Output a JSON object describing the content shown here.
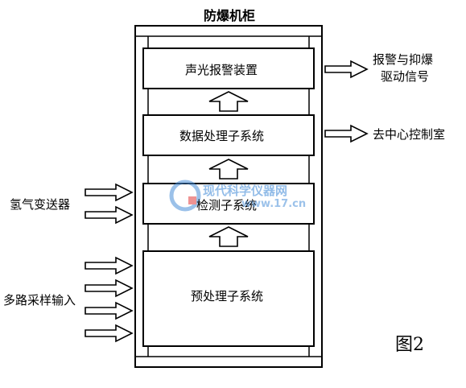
{
  "title": "防爆机柜",
  "figure_label": "图2",
  "modules": {
    "alarm": "声光报警装置",
    "data": "数据处理子系统",
    "detect": "检测子系统",
    "preprocess": "预处理子系统"
  },
  "outputs": {
    "alarm_line1": "报警与抑爆",
    "alarm_line2": "驱动信号",
    "data_out": "去中心控制室"
  },
  "inputs": {
    "hydrogen": "氢气变送器",
    "multi": "多路采样输入"
  },
  "watermark": {
    "line1": "现代科学仪器网",
    "line2": "www.17.cn"
  }
}
